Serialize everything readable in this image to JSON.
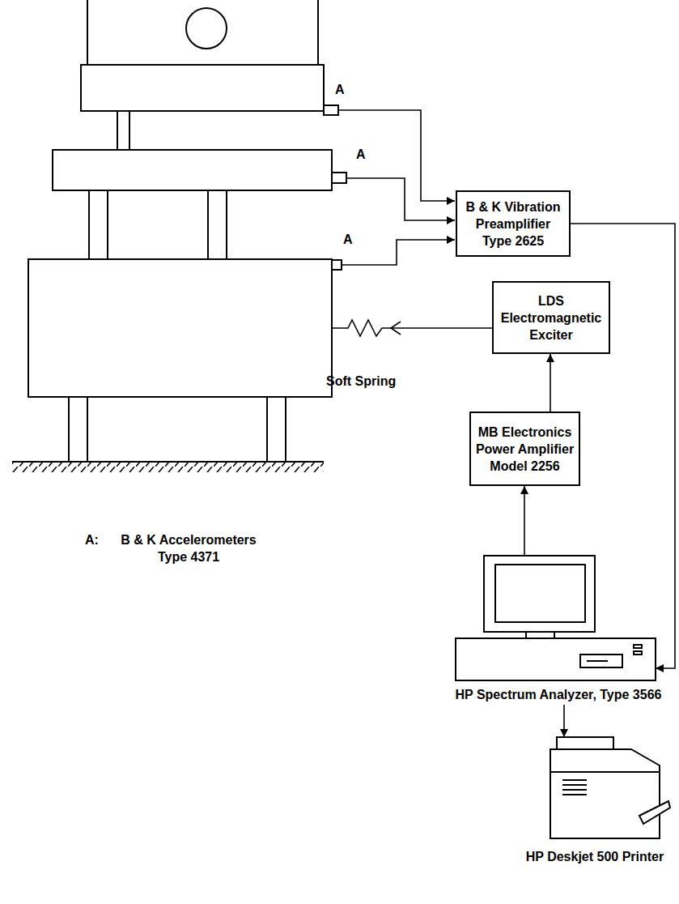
{
  "diagram": {
    "nodes": [
      {
        "text": [
          "B & K Vibration Preamplifier Type 2625"
        ]
      },
      {
        "text": [
          "LDS Electromagnetic Exciter"
        ]
      },
      {
        "text": [
          "MB Electronics Power Amplifier Model 2256"
        ]
      },
      {
        "text": [
          "HP Spectrum Analyzer, Type 3566"
        ]
      },
      {
        "text": [
          "HP Deskjet 500 Printer"
        ]
      }
    ],
    "edges": [
      {
        "from": 0,
        "to": 3,
        "arrow": "to"
      },
      {
        "from": 2,
        "to": 1,
        "arrow": "to"
      },
      {
        "from": 3,
        "to": 2,
        "arrow": "to"
      },
      {
        "from": 3,
        "to": 4,
        "arrow": "to"
      }
    ],
    "labels": [
      "A",
      "A",
      "A",
      "Soft Spring",
      "A:",
      "B & K Accelerometers Type 4371"
    ]
  }
}
